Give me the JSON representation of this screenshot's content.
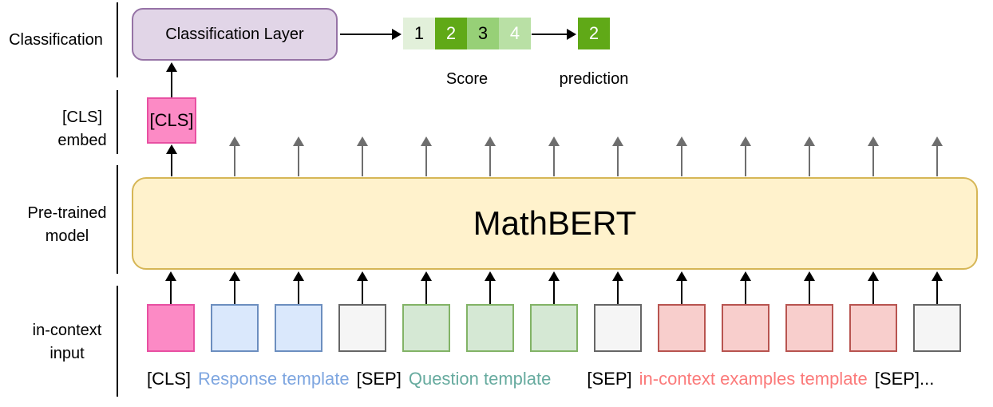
{
  "section_labels": {
    "classification": "Classification",
    "cls_embed": [
      "[CLS]",
      "embed"
    ],
    "pretrained": [
      "Pre-trained",
      "model"
    ],
    "incontext": [
      "in-context",
      "input"
    ]
  },
  "classification": {
    "layer_label": "Classification Layer",
    "score_cells": [
      {
        "label": "1",
        "fill": "#e2f0da",
        "text_color": "#000000"
      },
      {
        "label": "2",
        "fill": "#60a917",
        "text_color": "#ffffff"
      },
      {
        "label": "3",
        "fill": "#97d077",
        "text_color": "#000000"
      },
      {
        "label": "4",
        "fill": "#b9e0a5",
        "text_color": "#ffffff"
      }
    ],
    "score_caption": "Score",
    "prediction_cell": {
      "label": "2",
      "fill": "#60a917",
      "text_color": "#ffffff"
    },
    "prediction_caption": "prediction"
  },
  "cls_embed_box": {
    "label": "[CLS]"
  },
  "model": {
    "name": "MathBERT"
  },
  "input_tokens": {
    "boxes": [
      {
        "type": "cls"
      },
      {
        "type": "response"
      },
      {
        "type": "response"
      },
      {
        "type": "sep"
      },
      {
        "type": "question"
      },
      {
        "type": "question"
      },
      {
        "type": "question"
      },
      {
        "type": "sep"
      },
      {
        "type": "example"
      },
      {
        "type": "example"
      },
      {
        "type": "example"
      },
      {
        "type": "example"
      },
      {
        "type": "sep"
      }
    ],
    "palette": {
      "cls": {
        "fill": "#fc8ac5",
        "border": "#e850a2"
      },
      "response": {
        "fill": "#dae8fc",
        "border": "#6c8ebf"
      },
      "sep": {
        "fill": "#f5f5f5",
        "border": "#666666"
      },
      "question": {
        "fill": "#d5e8d4",
        "border": "#82b366"
      },
      "example": {
        "fill": "#f8cecc",
        "border": "#b85450"
      }
    },
    "caption_segments": [
      {
        "text": "[CLS]",
        "color": "#000000"
      },
      {
        "text": "Response template",
        "color": "#7ea6e0"
      },
      {
        "text": "[SEP]",
        "color": "#000000"
      },
      {
        "text": "Question template",
        "color": "#67ab9f"
      },
      {
        "text": "[SEP]",
        "color": "#000000",
        "gap_before": true
      },
      {
        "text": "in-context examples template",
        "color": "#fb7a7a"
      },
      {
        "text": "[SEP]...",
        "color": "#000000"
      }
    ]
  },
  "colors": {
    "arrow_black": "#000000",
    "arrow_gray": "#6e6e6e",
    "rule_black": "#000000"
  }
}
